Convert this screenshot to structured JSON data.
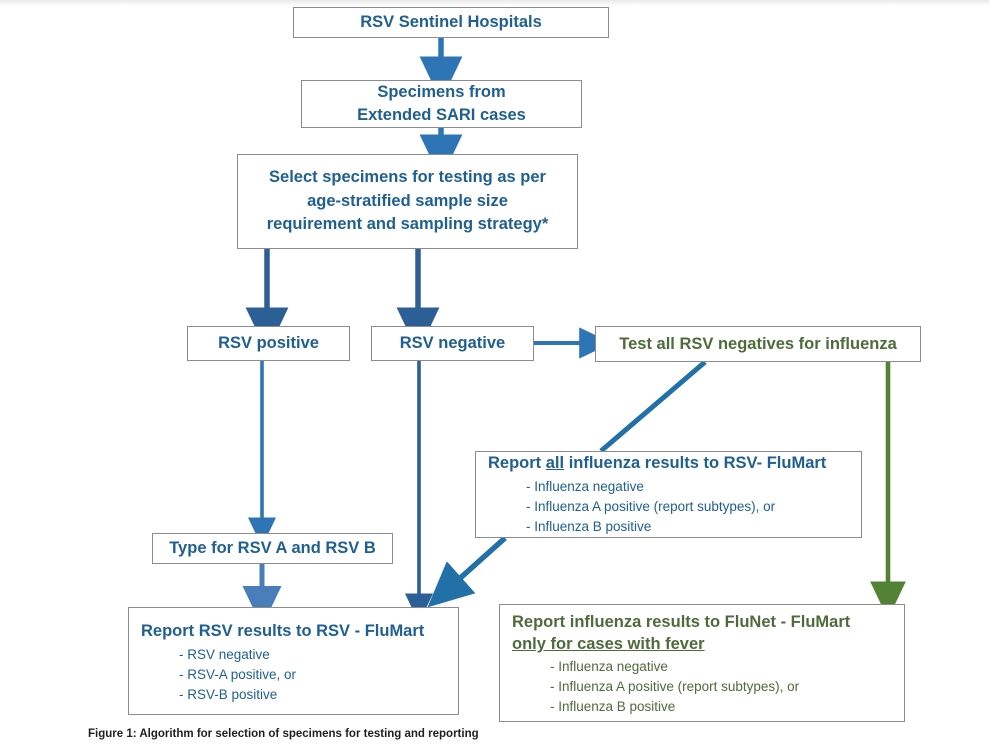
{
  "figure": {
    "caption": "Figure 1: Algorithm for selection of specimens for testing and reporting"
  },
  "colors": {
    "blue_text": "#1f6091",
    "green_text": "#4e6b3c",
    "blue_arrow": "#2e75b6",
    "blue_arrow_dark": "#2b5f96",
    "green_arrow": "#548235",
    "box_border": "#8c8c8c",
    "background": "#ffffff"
  },
  "nodes": {
    "sentinel_hospitals": {
      "label": "RSV Sentinel Hospitals"
    },
    "specimens": {
      "line1": "Specimens from",
      "line2": "Extended SARI cases"
    },
    "select_specimens": {
      "line1": "Select specimens for testing as per",
      "line2": "age-stratified sample size",
      "line3": "requirement and sampling strategy*"
    },
    "rsv_positive": {
      "label": "RSV positive"
    },
    "rsv_negative": {
      "label": "RSV negative"
    },
    "test_influenza": {
      "label": "Test all RSV negatives for influenza"
    },
    "report_all_influenza": {
      "heading_before": "Report ",
      "heading_underlined": "all",
      "heading_after": " influenza results to RSV- FluMart",
      "bullets": [
        "- Influenza negative",
        "- Influenza A positive (report subtypes), or",
        "- Influenza B positive"
      ]
    },
    "type_rsv": {
      "label": "Type for RSV A and RSV B"
    },
    "report_rsv": {
      "heading": "Report RSV results to RSV - FluMart",
      "bullets": [
        "- RSV negative",
        "- RSV-A positive, or",
        "- RSV-B positive"
      ]
    },
    "report_influenza_flunet": {
      "heading_line1": "Report influenza results to FluNet - FluMart",
      "heading_line2_underlined": "only for cases with fever",
      "bullets": [
        "- Influenza negative",
        "- Influenza A positive (report subtypes), or",
        "- Influenza B positive"
      ]
    }
  },
  "edges": [
    {
      "name": "hospitals-to-specimens",
      "type": "arrow-down",
      "color": "#2e75b6"
    },
    {
      "name": "specimens-to-select",
      "type": "arrow-down",
      "color": "#2e75b6"
    },
    {
      "name": "select-to-rsv-positive",
      "type": "arrow-down",
      "color": "#2b5f96"
    },
    {
      "name": "select-to-rsv-negative",
      "type": "arrow-down",
      "color": "#2b5f96"
    },
    {
      "name": "rsv-negative-to-test-influenza",
      "type": "arrow-right",
      "color": "#2e75b6"
    },
    {
      "name": "rsv-positive-to-type-rsv",
      "type": "arrow-down",
      "color": "#2e75b6"
    },
    {
      "name": "type-rsv-to-report-rsv",
      "type": "arrow-down",
      "color": "#4a7ebb"
    },
    {
      "name": "rsv-negative-to-report-rsv",
      "type": "arrow-down",
      "color": "#2b5f96"
    },
    {
      "name": "test-influenza-to-report-all-influenza",
      "type": "line-diagonal",
      "color": "#2171a8"
    },
    {
      "name": "report-all-influenza-to-report-rsv",
      "type": "arrow-diagonal",
      "color": "#2171a8"
    },
    {
      "name": "test-influenza-to-report-flunet",
      "type": "arrow-down",
      "color": "#548235"
    }
  ]
}
